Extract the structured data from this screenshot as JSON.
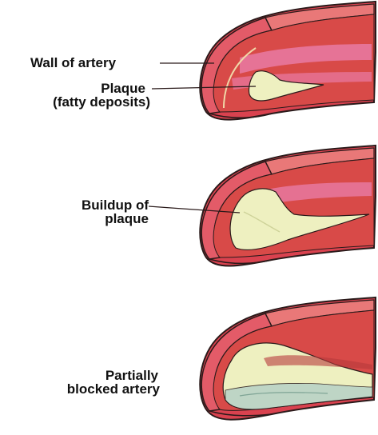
{
  "labels": {
    "wall": "Wall of artery",
    "plaque_line1": "Plaque",
    "plaque_line2": "(fatty deposits)",
    "buildup_line1": "Buildup of",
    "buildup_line2": "plaque",
    "blocked_line1": "Partially",
    "blocked_line2": "blocked artery"
  },
  "colors": {
    "outer_wall": "#d9424f",
    "wall_face": "#e35b68",
    "lumen": "#d84a48",
    "lumen_dark": "#b73a3c",
    "pink_streak": "#e97aa5",
    "plaque": "#eef0c0",
    "plaque_edge": "#cfd39a",
    "outline": "#2a1a1a"
  }
}
